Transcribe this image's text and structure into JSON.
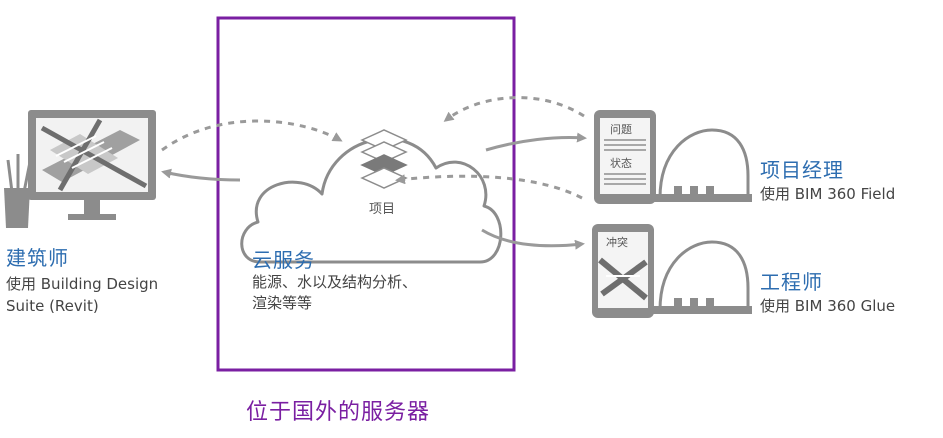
{
  "colors": {
    "highlight_box": "#7a1fa2",
    "title_blue": "#2d6db0",
    "icon_gray": "#8c8c8c",
    "arrow_gray": "#9a9a9a"
  },
  "architect": {
    "title": "建筑师",
    "line1": "使用 Building Design",
    "line2": "Suite (Revit)"
  },
  "cloud": {
    "label": "项目",
    "title": "云服务",
    "desc1": "能源、水以及结构分析、",
    "desc2": "渲染等等"
  },
  "project_manager": {
    "title": "项目经理",
    "subtitle": "使用 BIM 360 Field",
    "tablet_line1": "问题",
    "tablet_line2": "状态"
  },
  "engineer": {
    "title": "工程师",
    "subtitle": "使用 BIM 360 Glue",
    "tablet_label": "冲突"
  },
  "caption": "位于国外的服务器"
}
